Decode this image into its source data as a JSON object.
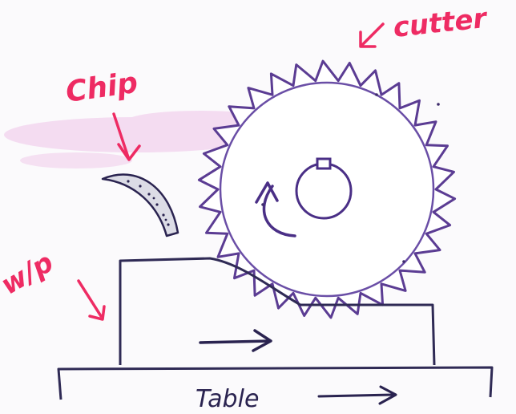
{
  "labels": {
    "cutter": "cutter",
    "chip": "Chip",
    "workpiece": "w/p",
    "table": "Table"
  },
  "colors": {
    "label_red": "#ee2b63",
    "cutter_purple": "#5b3c93",
    "ink_dark": "#2a2350",
    "smudge_pink": "#e59ad6"
  },
  "cutter": {
    "teeth_count": 30,
    "rotation": "clockwise"
  },
  "motion": {
    "workpiece_direction": "right",
    "table_direction": "right"
  }
}
